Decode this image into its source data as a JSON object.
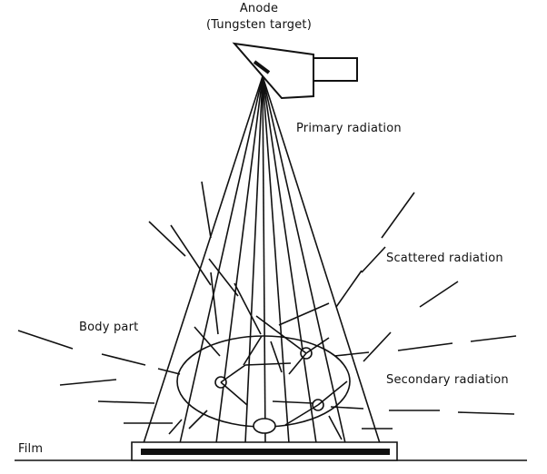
{
  "labels": {
    "anode": "Anode",
    "anode_sub": "(Tungsten target)",
    "primary": "Primary radiation",
    "scattered": "Scattered radiation",
    "body": "Body part",
    "secondary": "Secondary radiation",
    "film": "Film"
  },
  "colors": {
    "ink": "#111111",
    "background": "#ffffff"
  }
}
